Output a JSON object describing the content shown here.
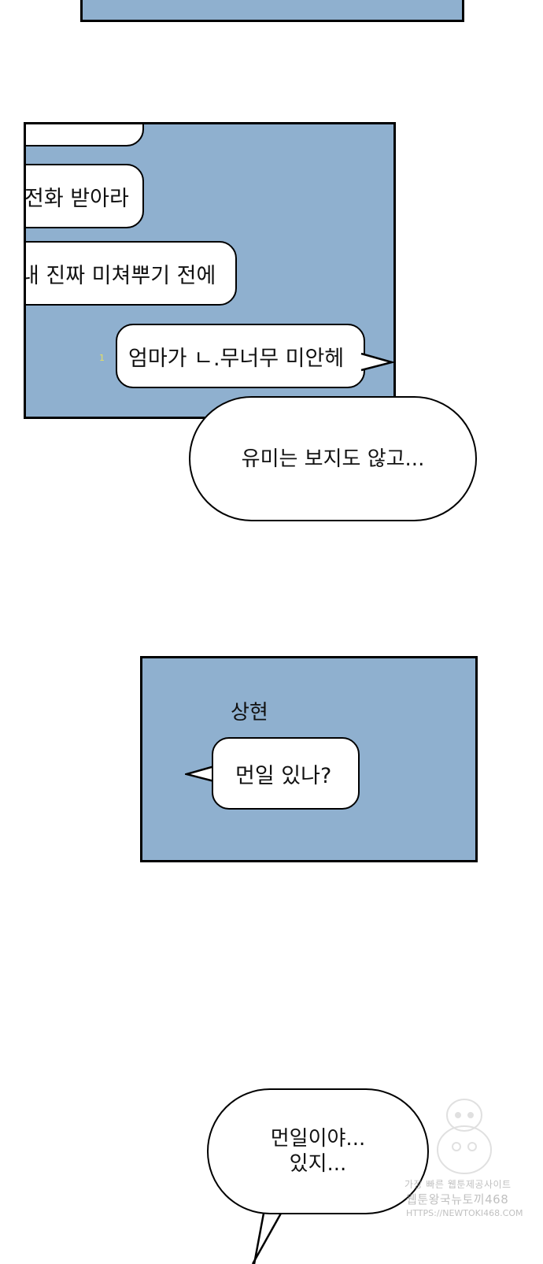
{
  "colors": {
    "panel_blue": "#8fb0cf",
    "bubble_white": "#ffffff",
    "outline": "#000000"
  },
  "panel1": {
    "messages": [
      "전화 받아라",
      "내 진짜 미쳐뿌기 전에",
      "엄마가 ㄴ.무너무 미안헤"
    ],
    "unread_mark": "1"
  },
  "narration1": "유미는 보지도 않고...",
  "panel2": {
    "sender": "상현",
    "message": "먼일 있나?"
  },
  "narration2": {
    "line1": "먼일이야...",
    "line2": "있지..."
  },
  "watermark": {
    "line1": "가장 빠른 웹툰제공사이트",
    "line2": "웹툰왕국뉴토끼468",
    "url": "HTTPS://NEWTOKI468.COM"
  }
}
